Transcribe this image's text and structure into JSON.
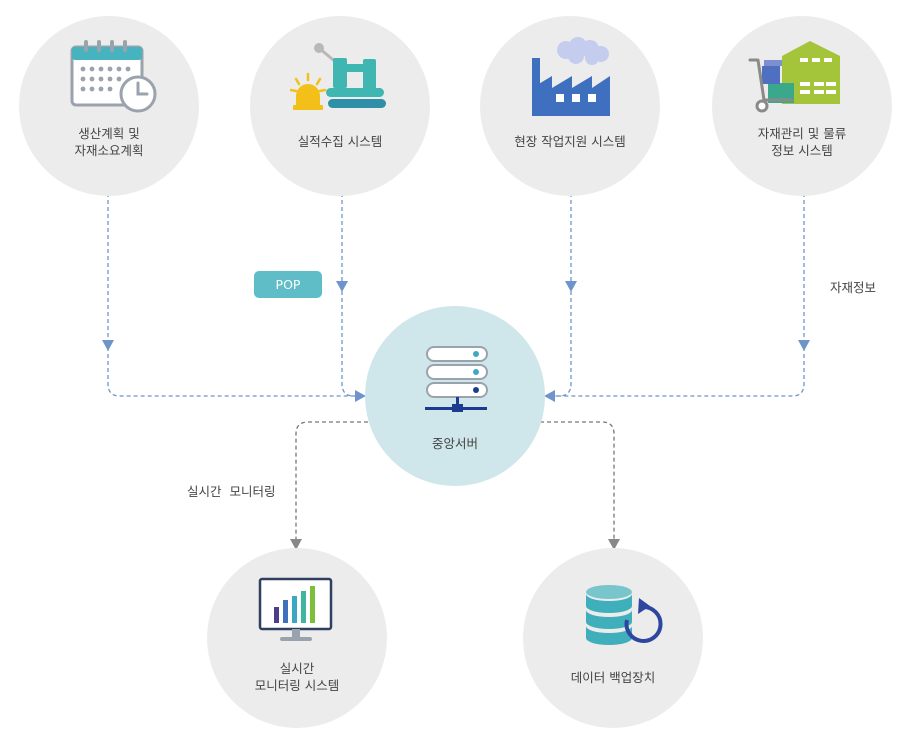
{
  "nodes": {
    "production_planning": {
      "line1": "생산계획 및",
      "line2": "자재소요계획",
      "icon": "calendar-clock-icon"
    },
    "pop_system": {
      "label": "실적수집 시스템",
      "icon": "robot-arm-alarm-icon"
    },
    "mes": {
      "label": "현장 작업지원 시스템",
      "icon": "factory-icon"
    },
    "logistics": {
      "line1": "자재관리 및 물류",
      "line2": "정보 시스템",
      "icon": "warehouse-cart-icon"
    },
    "server": {
      "label": "중앙서버",
      "icon": "server-rack-icon"
    },
    "monitoring": {
      "line1": "실시간",
      "line2": "모니터링 시스템",
      "icon": "monitor-bar-chart-icon"
    },
    "backup": {
      "label": "데이터 백업장치",
      "icon": "database-sync-icon"
    }
  },
  "annotations": {
    "pop": "POP",
    "material_info": "자재정보",
    "realtime_monitoring": "실시간  모니터링"
  },
  "colors": {
    "node_bg": "#ececec",
    "server_bg": "#cfe6ea",
    "input_arrow": "#6f94cc",
    "output_arrow": "#8a8a8a",
    "pop_badge": "#5fbdc8"
  }
}
